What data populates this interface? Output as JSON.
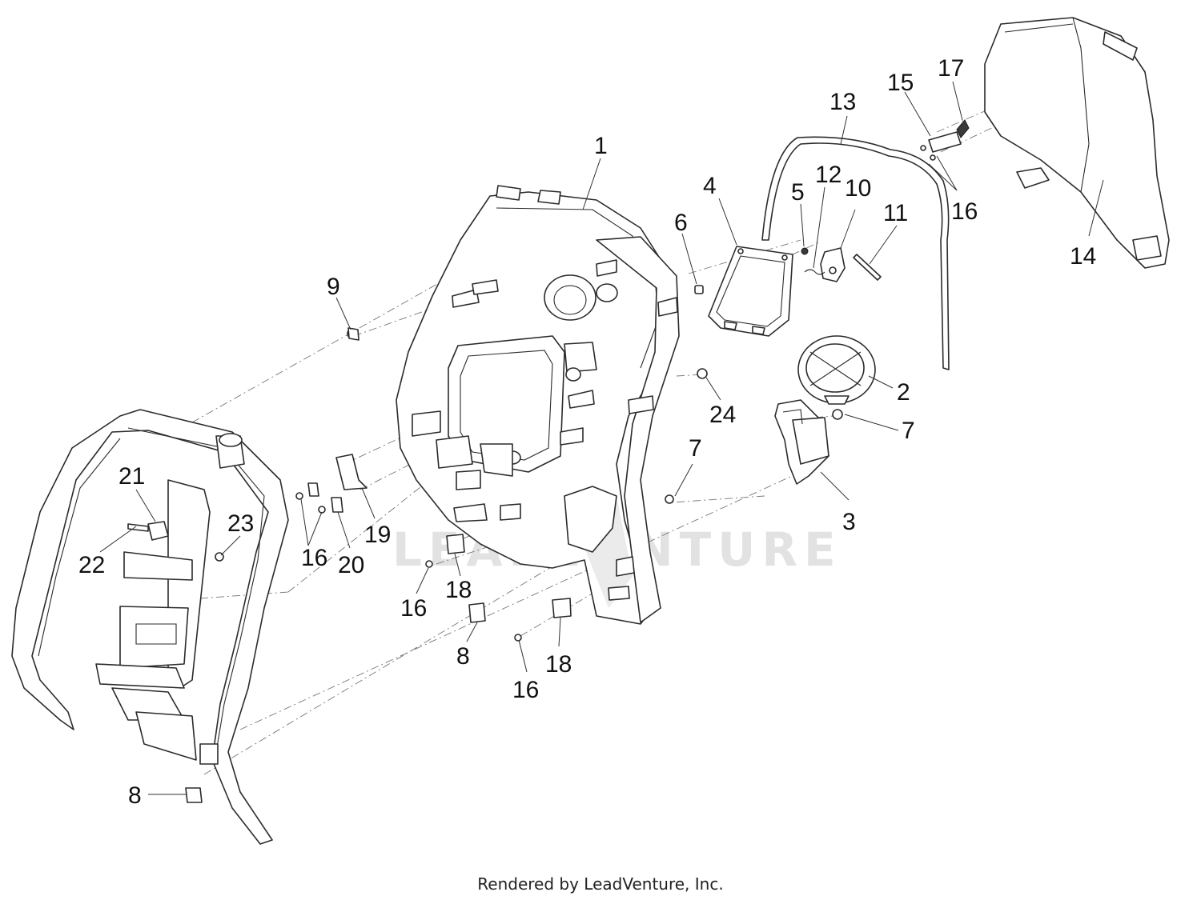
{
  "watermark": "LEADVENTURE",
  "footer": "Rendered by LeadVenture, Inc.",
  "callouts": {
    "c1": "1",
    "c2": "2",
    "c3": "3",
    "c4": "4",
    "c5": "5",
    "c6": "6",
    "c7a": "7",
    "c7b": "7",
    "c8a": "8",
    "c8b": "8",
    "c9": "9",
    "c10": "10",
    "c11": "11",
    "c12": "12",
    "c13": "13",
    "c14": "14",
    "c15": "15",
    "c16a": "16",
    "c16b": "16",
    "c16c": "16",
    "c16d": "16",
    "c17": "17",
    "c18a": "18",
    "c18b": "18",
    "c19": "19",
    "c20": "20",
    "c21": "21",
    "c22": "22",
    "c23": "23",
    "c24": "24"
  }
}
